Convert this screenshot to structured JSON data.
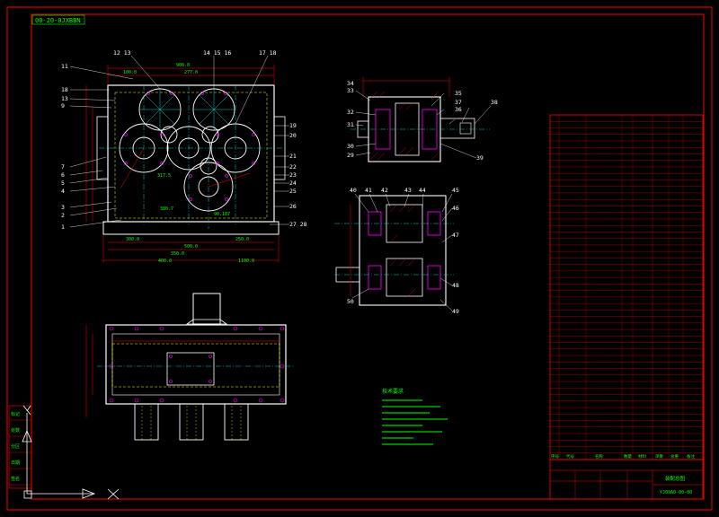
{
  "drawing": {
    "header_code": "00-20-0JXBBN",
    "title_block_name": "装配总图",
    "title_block_code": "YJ09A0-00-00"
  },
  "callouts": {
    "main_left": [
      "11",
      "18",
      "13",
      "9",
      "7",
      "6",
      "5",
      "4",
      "3",
      "2",
      "1"
    ],
    "main_top": [
      "12 13",
      "14 15 16",
      "17 18"
    ],
    "main_right": [
      "19",
      "20",
      "21",
      "22",
      "23",
      "24",
      "25",
      "26",
      "27 28"
    ],
    "section_a": [
      "33",
      "34",
      "32",
      "31",
      "30",
      "29",
      "35",
      "36",
      "37",
      "38",
      "39"
    ],
    "section_b": [
      "40",
      "41",
      "42",
      "43",
      "44",
      "45",
      "46",
      "47",
      "48",
      "49",
      "50"
    ]
  },
  "dimensions": {
    "top_overall": "900.0",
    "top_left": "100.0",
    "top_mid": "277.0",
    "bottom_a": "300.0",
    "bottom_b": "250.0",
    "bottom_c": "500.0",
    "bottom_d": "350.0",
    "bottom_e": "400.0",
    "bottom_total": "1100.0",
    "radius_a": "317.5",
    "radius_b": "380.7",
    "radius_c": "90.187"
  },
  "parts_table": {
    "columns": [
      "序号",
      "代号",
      "名称",
      "数量",
      "材料",
      "单重",
      "总重",
      "备注"
    ],
    "row_count": 52
  },
  "notes_heading": "技术要求",
  "left_strip": [
    "标记",
    "处数",
    "分区",
    "日期",
    "签名"
  ],
  "colors": {
    "frame": "#ff0000",
    "outline": "#ffffff",
    "text": "#00ff00",
    "center": "#00ffff",
    "hidden": "#ffff00",
    "part": "#ff00ff"
  }
}
